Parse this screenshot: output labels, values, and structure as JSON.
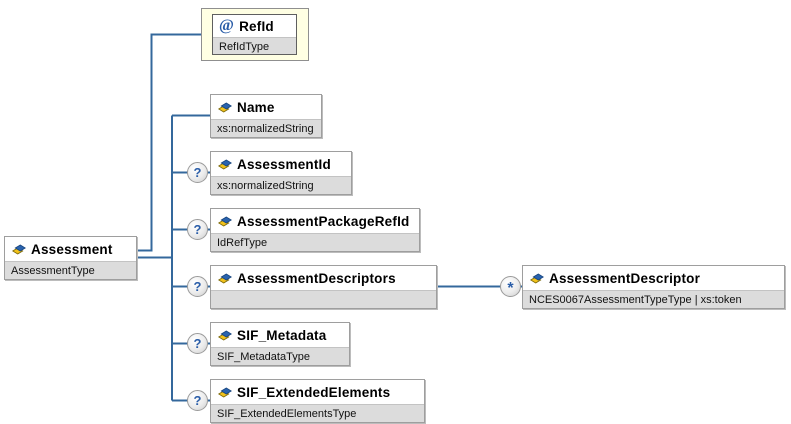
{
  "colors": {
    "connector": "#34689c",
    "attribute_box_fill": "#ffffe3",
    "type_bar_fill": "#dcdcdc",
    "icon_blue": "#2a63ae",
    "icon_yellow": "#f2c21a",
    "badge_text_blue": "#2a5da8"
  },
  "nodes": {
    "assessment": {
      "title": "Assessment",
      "subtitle": "AssessmentType"
    },
    "ref_id": {
      "at_symbol": "@",
      "title": "RefId",
      "subtitle": "RefIdType"
    },
    "name": {
      "title": "Name",
      "subtitle": "xs:normalizedString"
    },
    "assessment_id": {
      "occurrence": "?",
      "title": "AssessmentId",
      "subtitle": "xs:normalizedString"
    },
    "assessment_package_ref_id": {
      "occurrence": "?",
      "title": "AssessmentPackageRefId",
      "subtitle": "IdRefType"
    },
    "assessment_descriptors": {
      "occurrence": "?",
      "title": "AssessmentDescriptors",
      "subtitle": ""
    },
    "sif_metadata": {
      "occurrence": "?",
      "title": "SIF_Metadata",
      "subtitle": "SIF_MetadataType"
    },
    "sif_extended_elements": {
      "occurrence": "?",
      "title": "SIF_ExtendedElements",
      "subtitle": "SIF_ExtendedElementsType"
    },
    "assessment_descriptor": {
      "occurrence": "*",
      "title": "AssessmentDescriptor",
      "subtitle": "NCES0067AssessmentTypeType | xs:token"
    }
  }
}
